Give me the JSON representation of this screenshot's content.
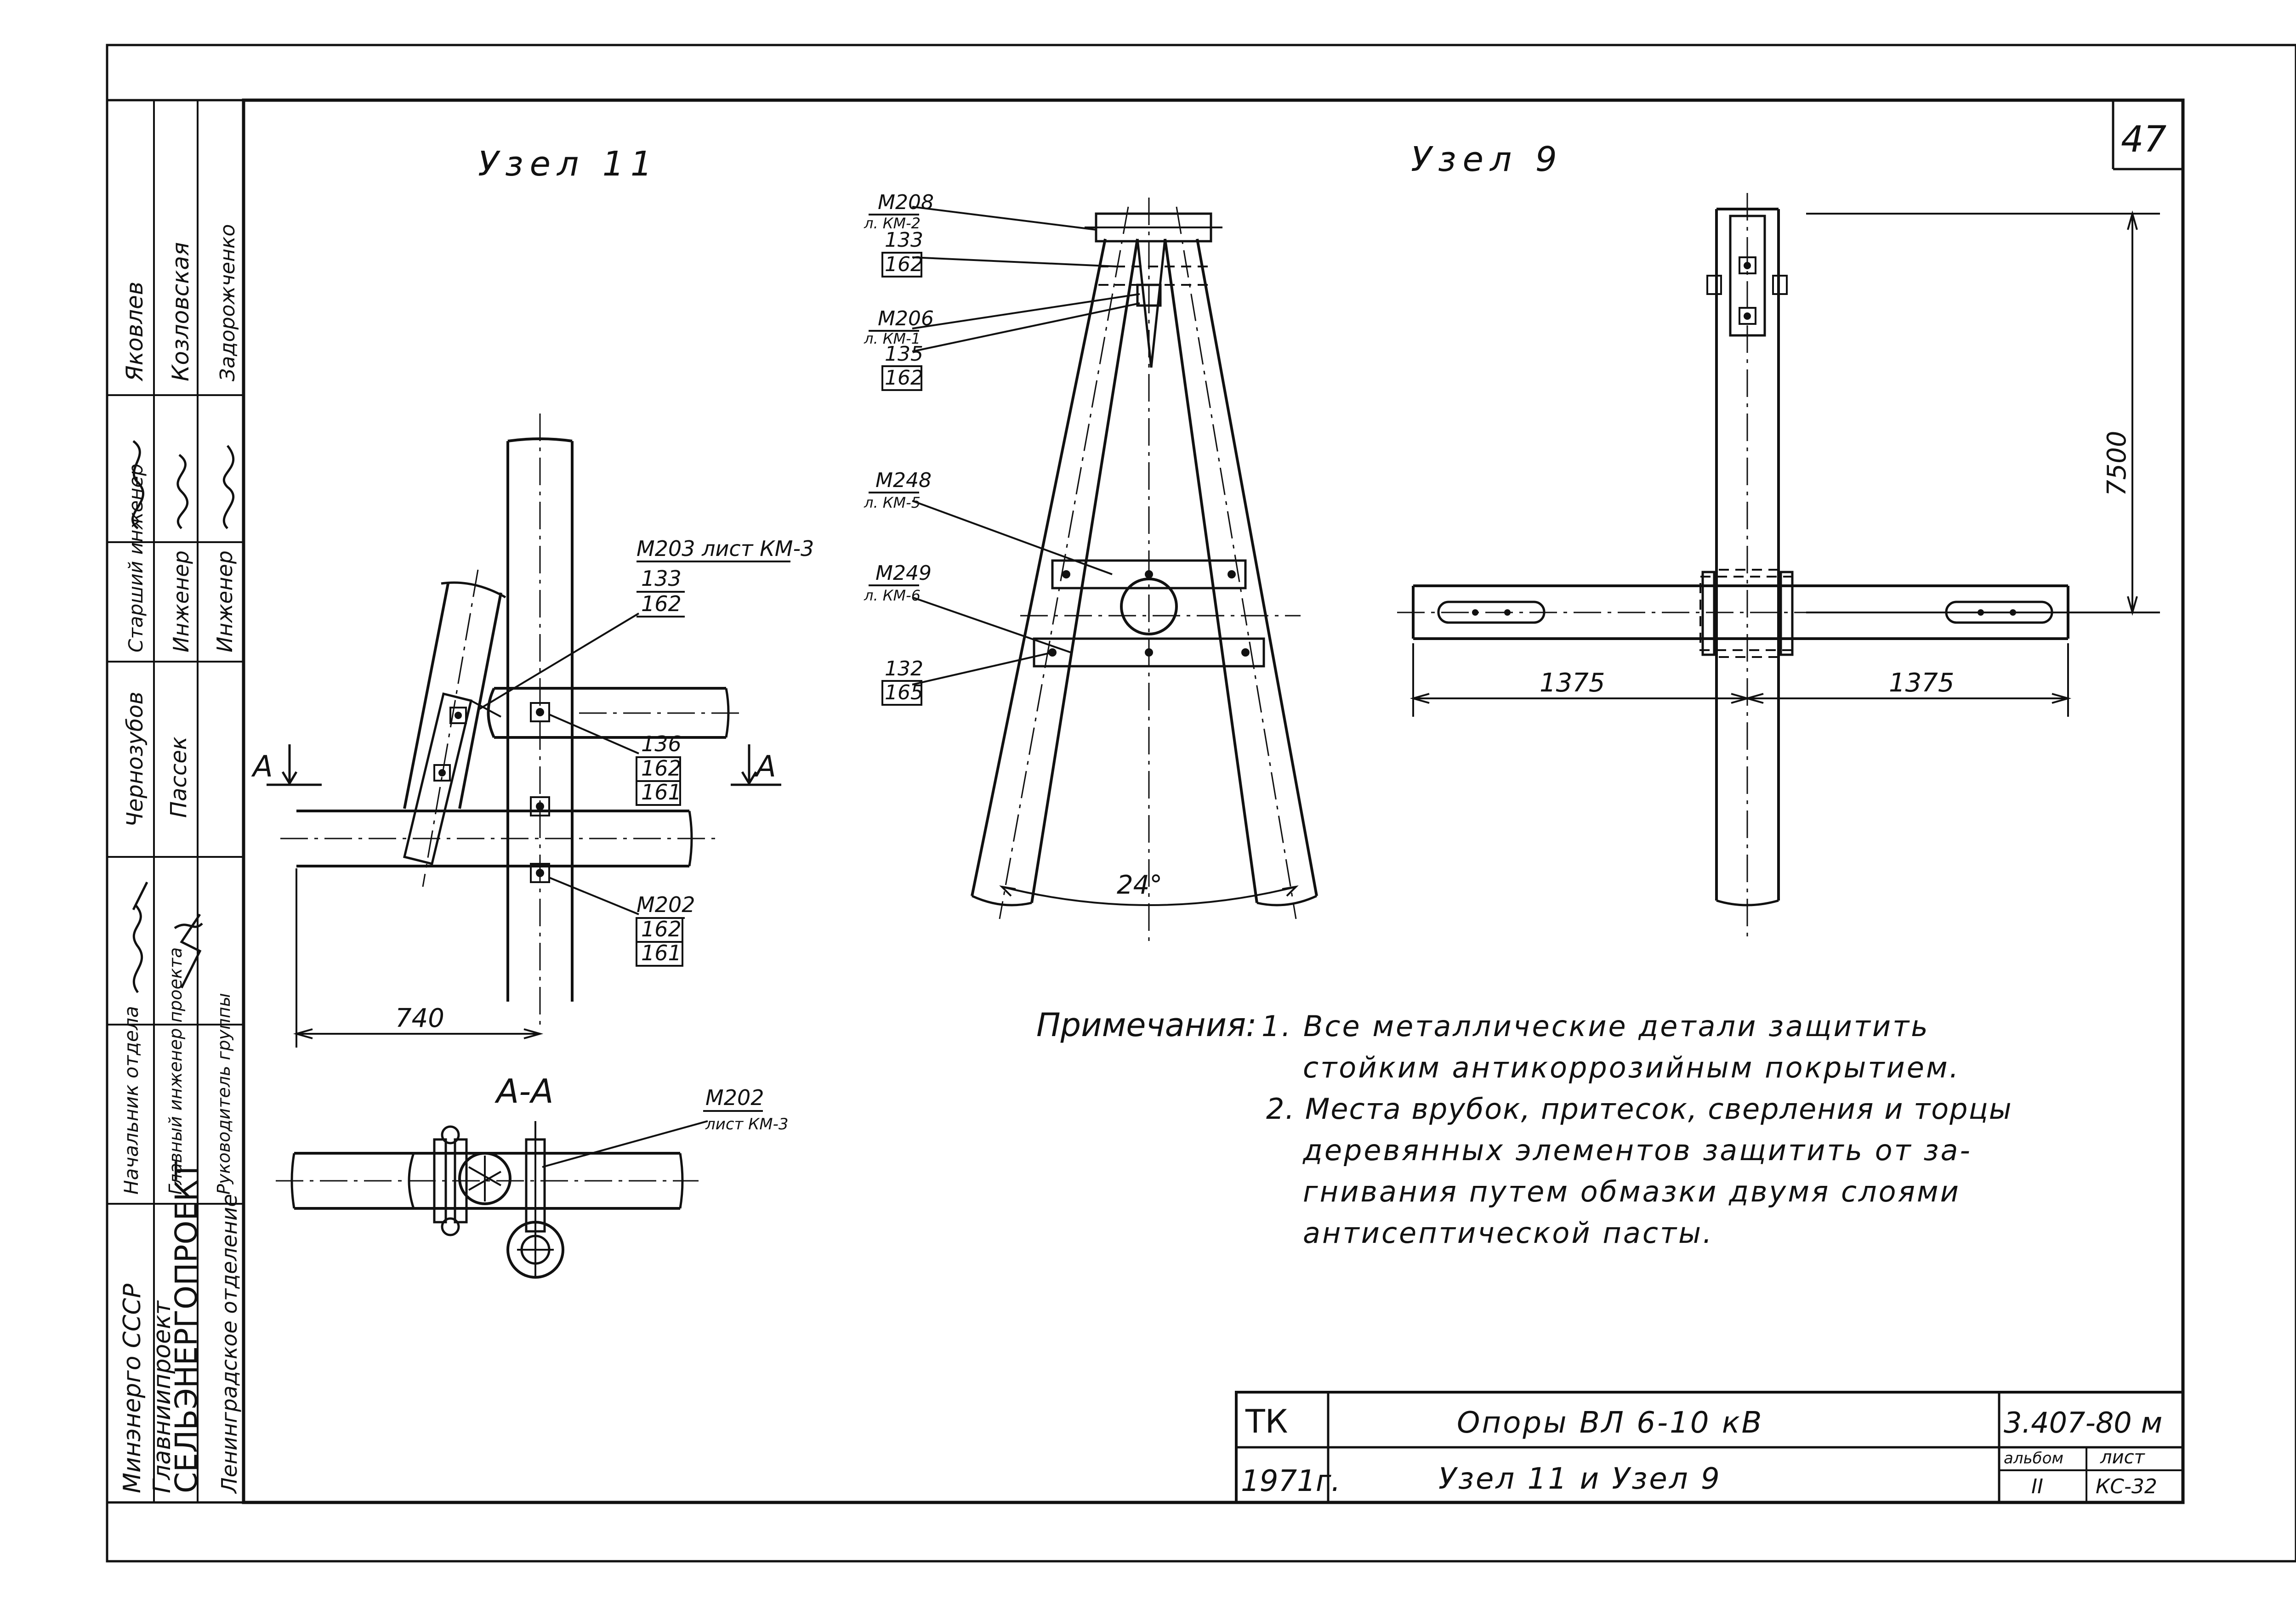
{
  "sheet": {
    "number": "47"
  },
  "titles": {
    "node11": "Узел 11",
    "node9": "Узел 9",
    "section": "А-А"
  },
  "section_markers": {
    "left": "А",
    "right": "А"
  },
  "callouts": {
    "n11_a": {
      "part": "М203 лист КМ-3",
      "pos": "133",
      "qty": "162"
    },
    "n11_b": {
      "pos": "136",
      "qty1": "162",
      "qty2": "161"
    },
    "n11_c": {
      "part": "М202",
      "qty1": "162",
      "qty2": "161"
    },
    "aa": {
      "part": "М202",
      "sheet": "лист КМ-3"
    },
    "n9_1": {
      "part": "М208",
      "sheet": "л. КМ-2",
      "pos": "133",
      "qty": "162"
    },
    "n9_2": {
      "part": "М206",
      "sheet": "л. КМ-1",
      "pos": "135",
      "qty": "162"
    },
    "n9_3": {
      "part": "М248",
      "sheet": "л. КМ-5"
    },
    "n9_4": {
      "part": "М249",
      "sheet": "л. КМ-6"
    },
    "n9_5": {
      "pos": "132",
      "qty": "165"
    }
  },
  "dimensions": {
    "d740": "740",
    "angle": "24°",
    "d7500": "7500",
    "d1375_left": "1375",
    "d1375_right": "1375"
  },
  "notes": {
    "heading": "Примечания:",
    "n1_line1": "1. Все металлические детали защитить",
    "n1_line2": "стойким антикоррозийным покрытием.",
    "n2_line1": "2. Места врубок, притесок, сверления и торцы",
    "n2_line2": "деревянных элементов защитить от за-",
    "n2_line3": "гнивания путем обмазки двумя слоями",
    "n2_line4": "антисептической пасты."
  },
  "stamp": {
    "code": "ТК",
    "year": "1971г.",
    "title": "Опоры ВЛ 6-10 кВ",
    "subtitle": "Узел 11 и Узел 9",
    "doc_number": "3.407-80 м",
    "album_label": "альбом",
    "album_value": "II",
    "sheet_label": "лист",
    "sheet_value": "КС-32"
  },
  "side_block": {
    "org1": "Минэнерго СССР",
    "org2": "Главниипроект",
    "org3": "СЕЛЬЭНЕРГОПРОЕКТ",
    "org4": "Ленинградское отделение",
    "role1": "Начальник отдела",
    "role2": "Главный инженер проекта",
    "role3": "Руководитель группы",
    "name1": "Чернозубов",
    "name2": "Пассек",
    "role4": "Старший инженер",
    "role5": "Инженер",
    "role6": "Инженер",
    "name3": "Яковлев",
    "name4": "Козловская",
    "name5": "Задорожченко"
  }
}
